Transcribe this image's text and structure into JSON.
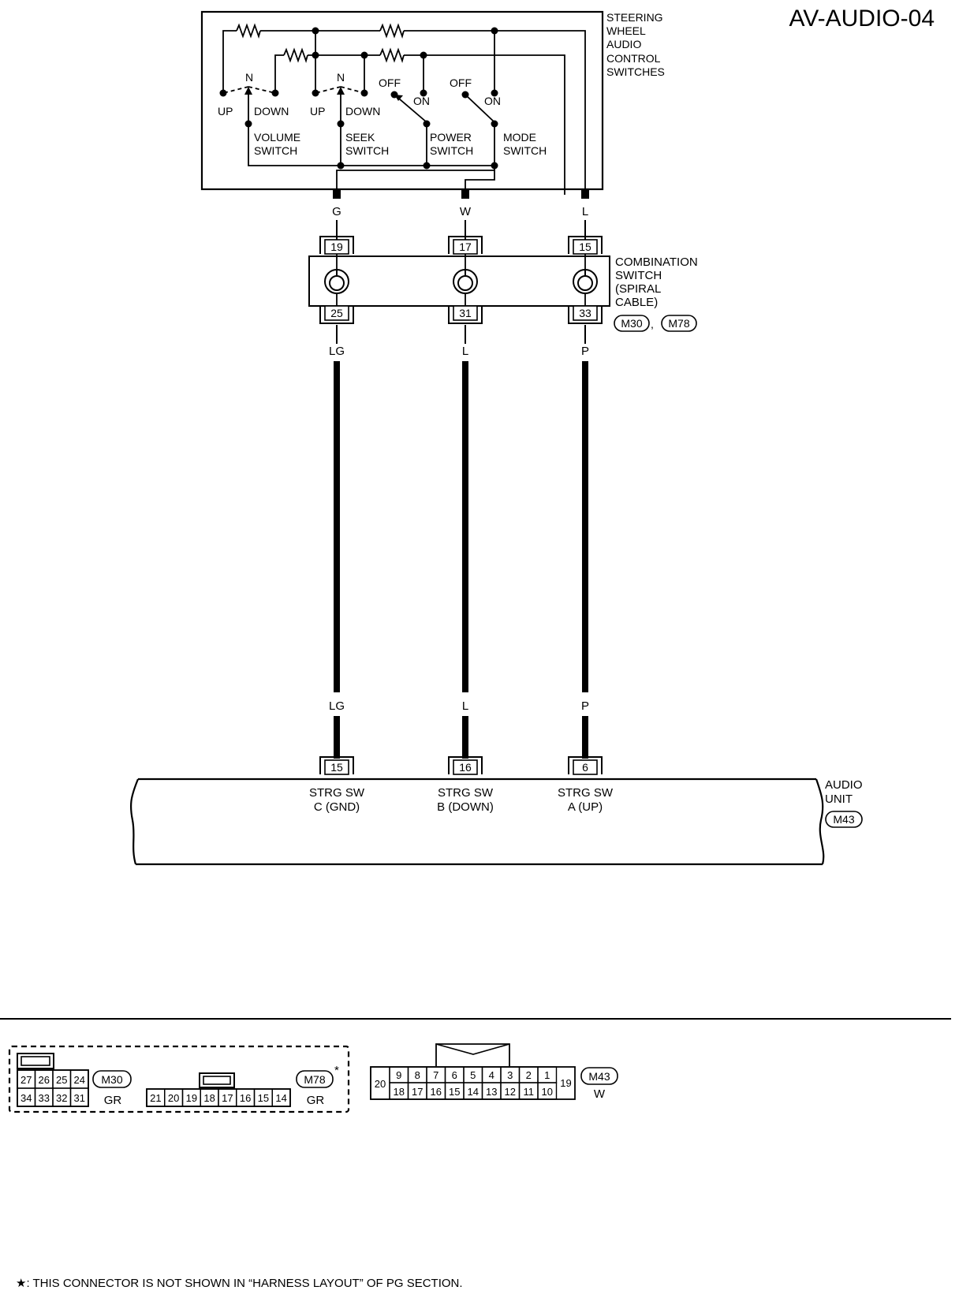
{
  "page_title": "AV-AUDIO-04",
  "switch_assembly": {
    "title": [
      "STEERING",
      "WHEEL",
      "AUDIO",
      "CONTROL",
      "SWITCHES"
    ],
    "volume": {
      "pos_up": "UP",
      "pos_neutral": "N",
      "pos_down": "DOWN",
      "name": [
        "VOLUME",
        "SWITCH"
      ]
    },
    "seek": {
      "pos_up": "UP",
      "pos_neutral": "N",
      "pos_down": "DOWN",
      "name": [
        "SEEK",
        "SWITCH"
      ]
    },
    "power": {
      "pos_off": "OFF",
      "pos_on": "ON",
      "name": [
        "POWER",
        "SWITCH"
      ]
    },
    "mode": {
      "pos_off": "OFF",
      "pos_on": "ON",
      "name": [
        "MODE",
        "SWITCH"
      ]
    }
  },
  "wires": [
    {
      "top_color": "G",
      "combo_in": "19",
      "combo_out": "25",
      "harness_color": "LG",
      "harness_color_bottom": "LG",
      "unit_pin": "15",
      "unit_label": [
        "STRG SW",
        "C (GND)"
      ]
    },
    {
      "top_color": "W",
      "combo_in": "17",
      "combo_out": "31",
      "harness_color": "L",
      "harness_color_bottom": "L",
      "unit_pin": "16",
      "unit_label": [
        "STRG SW",
        "B (DOWN)"
      ]
    },
    {
      "top_color": "L",
      "combo_in": "15",
      "combo_out": "33",
      "harness_color": "P",
      "harness_color_bottom": "P",
      "unit_pin": "6",
      "unit_label": [
        "STRG SW",
        "A (UP)"
      ]
    }
  ],
  "combination_switch": {
    "title": [
      "COMBINATION",
      "SWITCH",
      "(SPIRAL",
      "CABLE)"
    ],
    "connectors": [
      "M30",
      "M78"
    ],
    "separator": ","
  },
  "audio_unit": {
    "title": [
      "AUDIO",
      "UNIT"
    ],
    "connector": "M43"
  },
  "connector_views": {
    "m30": {
      "id": "M30",
      "color": "GR",
      "row1": [
        "27",
        "26",
        "25",
        "24"
      ],
      "row2": [
        "34",
        "33",
        "32",
        "31"
      ]
    },
    "m78": {
      "id": "M78",
      "color": "GR",
      "star": "*",
      "pins": [
        "21",
        "20",
        "19",
        "18",
        "17",
        "16",
        "15",
        "14"
      ]
    },
    "m43": {
      "id": "M43",
      "color": "W",
      "row1": [
        "9",
        "8",
        "7",
        "6",
        "5",
        "4",
        "3",
        "2",
        "1"
      ],
      "row2": [
        "18",
        "17",
        "16",
        "15",
        "14",
        "13",
        "12",
        "11",
        "10"
      ],
      "left": "20",
      "right": "19"
    }
  },
  "footnote": "★: THIS CONNECTOR IS NOT SHOWN IN “HARNESS LAYOUT” OF PG SECTION."
}
